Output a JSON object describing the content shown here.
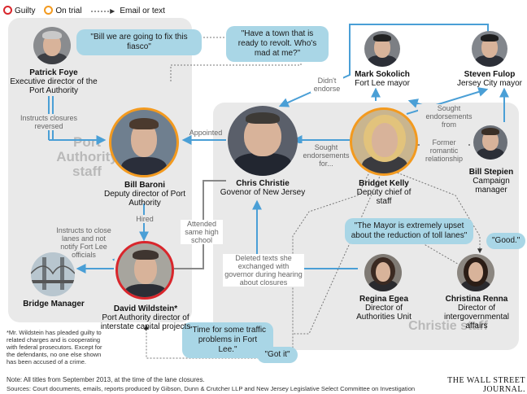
{
  "legend": {
    "guilty": "Guilty",
    "on_trial": "On trial",
    "email_or_text": "Email or text",
    "guilty_color": "#d9262c",
    "on_trial_color": "#f39a1f",
    "arrow_color": "#4a9fd6"
  },
  "panels": {
    "port_authority": "Port Authority staff",
    "christie": "Christie staff"
  },
  "people": {
    "foye": {
      "name": "Patrick Foye",
      "role": "Executive director of the Port Authority"
    },
    "baroni": {
      "name": "Bill Baroni",
      "role": "Deputy director of Port Authority"
    },
    "christie": {
      "name": "Chris Christie",
      "role": "Govenor of New Jersey"
    },
    "kelly": {
      "name": "Bridget Kelly",
      "role": "Deputy chief of staff"
    },
    "sokolich": {
      "name": "Mark Sokolich",
      "role": "Fort Lee mayor"
    },
    "fulop": {
      "name": "Steven Fulop",
      "role": "Jersey City mayor"
    },
    "stepien": {
      "name": "Bill Stepien",
      "role": "Campaign manager"
    },
    "bridge_manager": {
      "name": "Bridge Manager",
      "role": ""
    },
    "wildstein": {
      "name": "David Wildstein*",
      "role": "Port Authority director of interstate capital projects"
    },
    "egea": {
      "name": "Regina Egea",
      "role": "Director of Authorities Unit"
    },
    "renna": {
      "name": "Christina Renna",
      "role": "Director of intergovernmental affairs"
    }
  },
  "quotes": {
    "fiasco": "\"Bill we are going to fix this fiasco\"",
    "revolt": "\"Have a town that is ready to revolt. Who's mad at me?\"",
    "mayor_upset": "\"The Mayor is extremely upset about the reduction of toll lanes\"",
    "good": "\"Good.\"",
    "traffic": "\"Time for some traffic problems in Fort Lee.\"",
    "got_it": "\"Got it\""
  },
  "relations": {
    "instructs_reversed": "Instructs closures reversed",
    "appointed": "Appointed",
    "hired": "Hired",
    "instructs_close": "Instructs to close lanes and not notify Fort Lee officials",
    "attended_school": "Attended same high school",
    "didnt_endorse": "Didn't endorse",
    "sought_endorsements": "Sought endorsements for...",
    "sought_endorsements_from": "Sought endorsements from",
    "former_romantic": "Former romantic relationship",
    "deleted_texts": "Deleted texts she exchanged with governor during hearing about closures"
  },
  "footnote": "*Mr. Wildstein has pleaded guilty to related charges and is cooperating with federal prosecutors. Except for the defendants, no one else shown has been accused of a crime.",
  "note": "Note: All titles from September 2013, at the time of the lane closures.",
  "sources": "Sources: Court documents, emails, reports produced by Gibson, Dunn & Crutcher LLP and New Jersey Legislative Select Committee on Investigation",
  "credit": "THE WALL STREET JOURNAL."
}
